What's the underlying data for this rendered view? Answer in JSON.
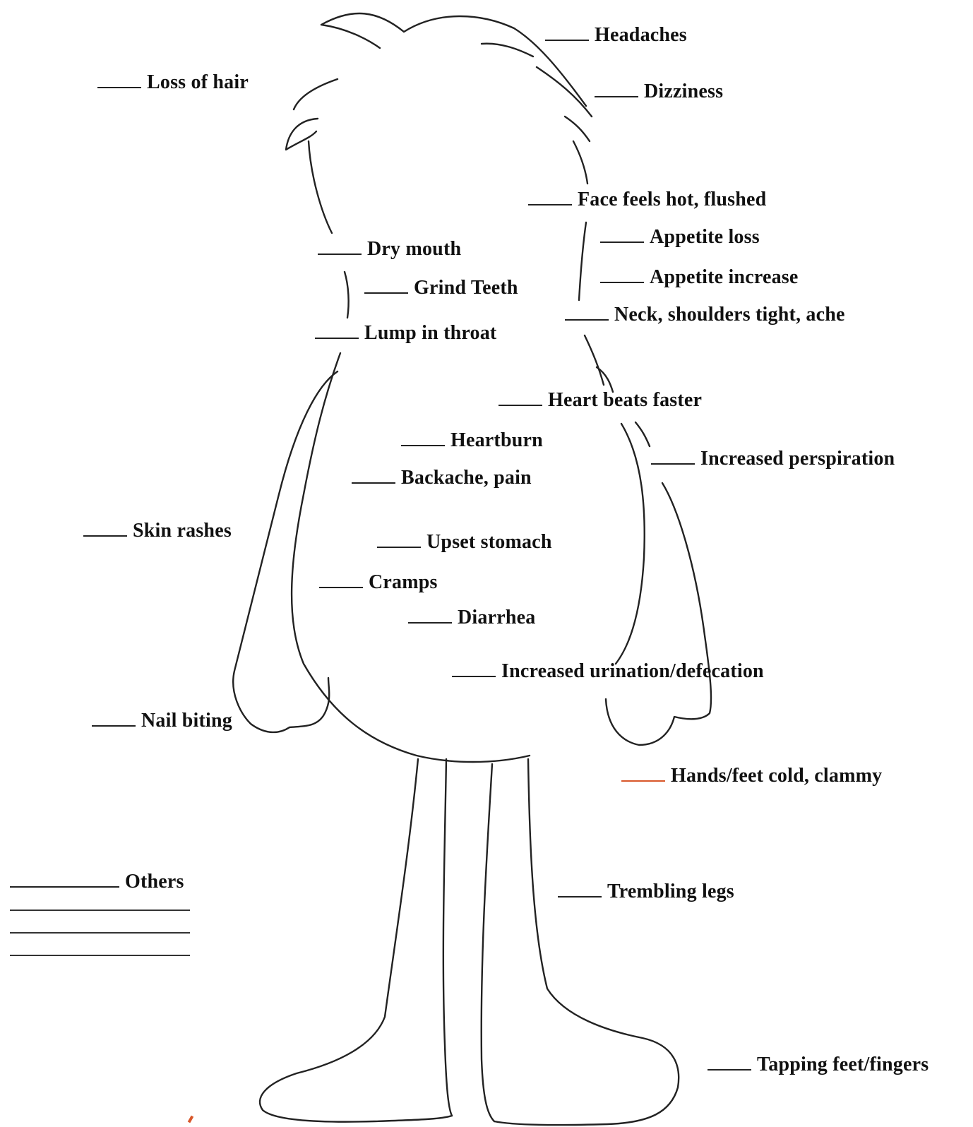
{
  "symptoms": {
    "headaches": "Headaches",
    "loss_of_hair": "Loss of hair",
    "dizziness": "Dizziness",
    "face_hot": "Face feels hot, flushed",
    "appetite_loss": "Appetite loss",
    "dry_mouth": "Dry mouth",
    "appetite_increase": "Appetite increase",
    "grind_teeth": "Grind Teeth",
    "neck_shoulders": "Neck, shoulders tight, ache",
    "lump_throat": "Lump in throat",
    "heart_beats": "Heart beats faster",
    "heartburn": "Heartburn",
    "increased_perspiration": "Increased perspiration",
    "backache": "Backache, pain",
    "skin_rashes": "Skin rashes",
    "upset_stomach": "Upset stomach",
    "cramps": "Cramps",
    "diarrhea": "Diarrhea",
    "increased_urination": "Increased urination/defecation",
    "nail_biting": "Nail biting",
    "hands_feet_cold": "Hands/feet cold, clammy",
    "others": "Others",
    "trembling_legs": "Trembling legs",
    "tapping": "Tapping feet/fingers"
  },
  "colors": {
    "line": "#222222",
    "ink": "#111111",
    "accent_red": "#d8572a"
  }
}
